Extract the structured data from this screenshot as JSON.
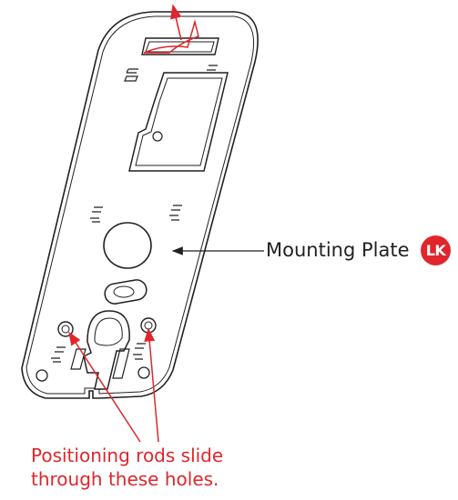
{
  "labels": {
    "mounting_plate": "Mounting Plate",
    "badge": "LK",
    "caption_line1": "Positioning rods slide",
    "caption_line2": "through these holes."
  },
  "colors": {
    "outline": "#231f20",
    "accent_red": "#e0262c"
  }
}
